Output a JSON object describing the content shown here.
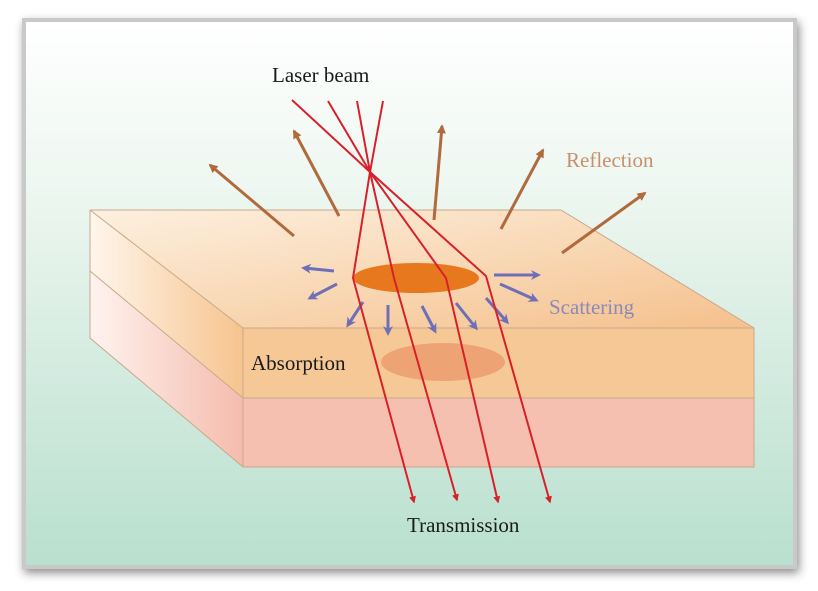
{
  "labels": {
    "laser_beam": "Laser beam",
    "reflection": "Reflection",
    "scattering": "Scattering",
    "absorption": "Absorption",
    "transmission": "Transmission"
  },
  "colors": {
    "beam": "#d8202a",
    "reflection_arrow": "#b06a3c",
    "scattering_arrow": "#6f6fb8",
    "reflection_text": "#c8906a",
    "scattering_text": "#8a8ab8",
    "text": "#1a1a1a",
    "top_layer": "#f6c896",
    "bottom_layer": "#f5c0b0",
    "absorption_spot_top": "#e8781e",
    "absorption_spot_mid": "#ec9c70"
  }
}
